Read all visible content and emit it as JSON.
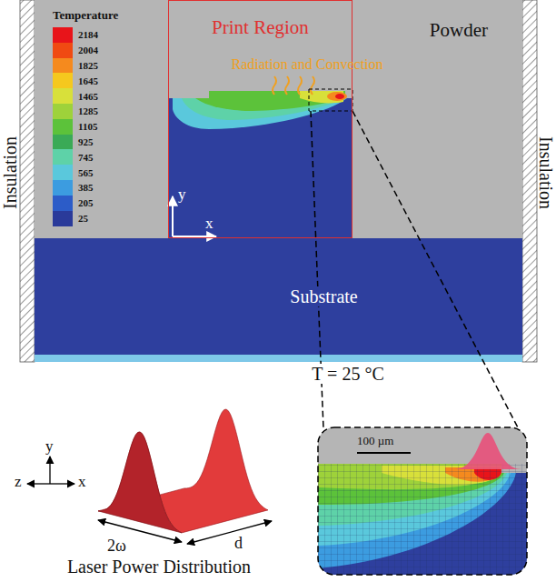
{
  "diagram": {
    "nodes": [
      {
        "text": [
          "Powder"
        ]
      },
      {
        "text": [
          "Print Region"
        ],
        "in": 0
      },
      {
        "text": [
          "Substrate"
        ]
      }
    ],
    "labels": [
      "Temperature",
      "Radiation and Convection",
      "Insulation",
      "Insulation",
      "y",
      "x",
      "T = 25 °C",
      "100 µm",
      "y",
      "z",
      "x",
      "2ω",
      "d",
      "Laser Power Distribution"
    ],
    "legend": [
      {
        "text": "2184",
        "color": "#e8141a"
      },
      {
        "text": "2004",
        "color": "#f04a12"
      },
      {
        "text": "1825",
        "color": "#f58a1e"
      },
      {
        "text": "1645",
        "color": "#f5c81e"
      },
      {
        "text": "1465",
        "color": "#d8e03a"
      },
      {
        "text": "1285",
        "color": "#9ed23a"
      },
      {
        "text": "1105",
        "color": "#5cc23a"
      },
      {
        "text": "925",
        "color": "#3aaa56"
      },
      {
        "text": "745",
        "color": "#5ed2a8"
      },
      {
        "text": "565",
        "color": "#5ac8dc"
      },
      {
        "text": "385",
        "color": "#3c9ce0"
      },
      {
        "text": "205",
        "color": "#2c5cc8"
      },
      {
        "text": "25",
        "color": "#2a3a9a"
      }
    ]
  }
}
